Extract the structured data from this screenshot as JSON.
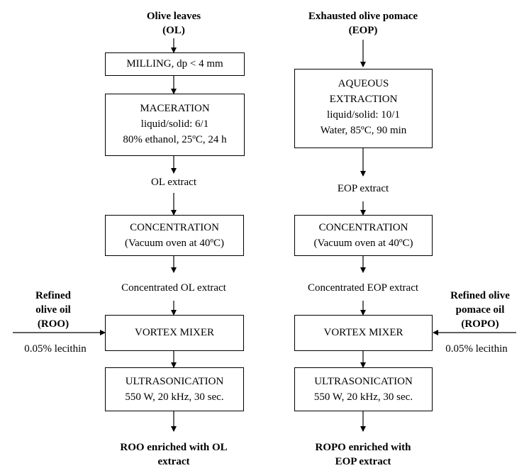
{
  "left": {
    "source": [
      "Olive leaves",
      "(OL)"
    ],
    "milling": [
      "MILLING, dp < 4 mm"
    ],
    "maceration": [
      "MACERATION",
      "liquid/solid: 6/1",
      "80% ethanol, 25ºC, 24 h"
    ],
    "extract": "OL extract",
    "concentration": [
      "CONCENTRATION",
      "(Vacuum oven at 40ºC)"
    ],
    "concentrated": "Concentrated OL extract",
    "oil": [
      "Refined",
      "olive oil",
      "(ROO)"
    ],
    "lecithin": "0.05% lecithin",
    "vortex": [
      "VORTEX MIXER"
    ],
    "ultrasonication": [
      "ULTRASONICATION",
      "550 W, 20 kHz, 30 sec."
    ],
    "product": [
      "ROO enriched with OL",
      "extract"
    ]
  },
  "right": {
    "source": [
      "Exhausted olive pomace",
      "(EOP)"
    ],
    "extraction": [
      "AQUEOUS",
      "EXTRACTION",
      "liquid/solid: 10/1",
      "Water, 85ºC, 90 min"
    ],
    "extract": "EOP extract",
    "concentration": [
      "CONCENTRATION",
      "(Vacuum oven at 40ºC)"
    ],
    "concentrated": "Concentrated EOP extract",
    "oil": [
      "Refined olive",
      "pomace oil",
      "(ROPO)"
    ],
    "lecithin": "0.05% lecithin",
    "vortex": [
      "VORTEX MIXER"
    ],
    "ultrasonication": [
      "ULTRASONICATION",
      "550 W, 20 kHz, 30 sec."
    ],
    "product": [
      "ROPO enriched with",
      "EOP extract"
    ]
  }
}
